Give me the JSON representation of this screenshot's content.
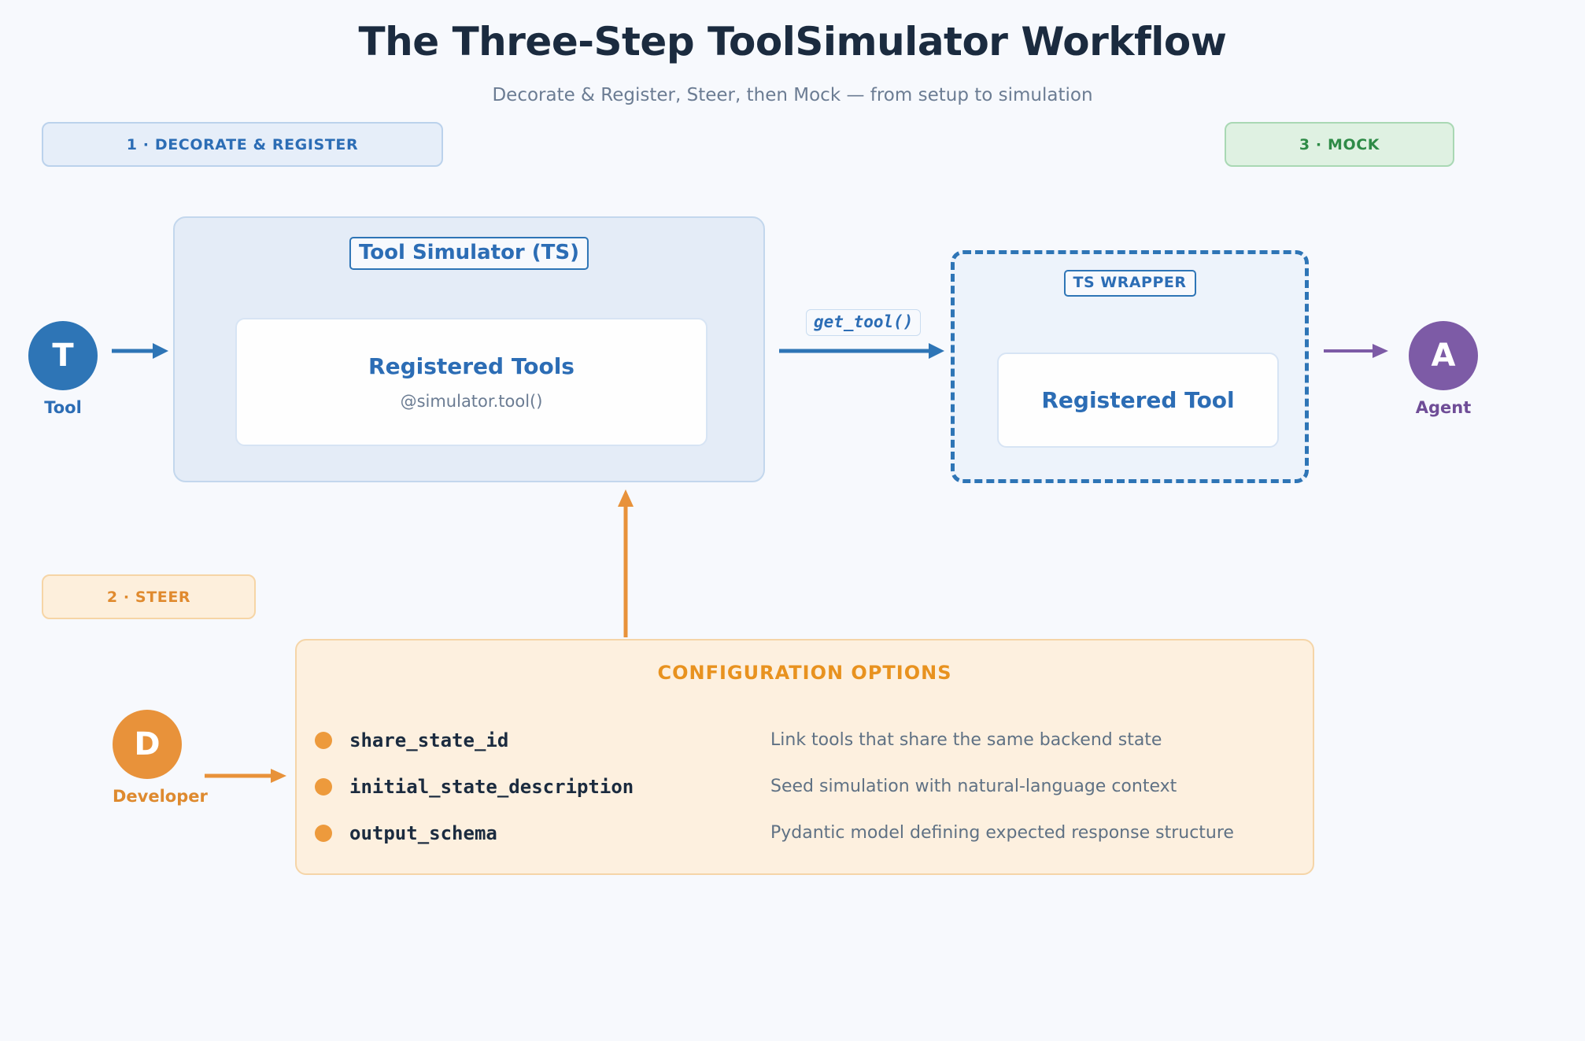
{
  "header": {
    "title": "The Three-Step ToolSimulator Workflow",
    "subtitle": "Decorate & Register, Steer, then Mock — from setup to simulation"
  },
  "steps": [
    {
      "id": "decorate",
      "label": "1 · DECORATE & REGISTER",
      "color": "#2C6DB5",
      "bg": "#E6EEF9",
      "border": "#BBD2EC"
    },
    {
      "id": "steer",
      "label": "2 · STEER",
      "color": "#E08A2E",
      "bg": "#FDEFDC",
      "border": "#F6D5A6"
    },
    {
      "id": "mock",
      "label": "3 · MOCK",
      "color": "#2E8B47",
      "bg": "#DFF1E2",
      "border": "#A9D8B4"
    }
  ],
  "actors": [
    {
      "id": "tool",
      "initial": "T",
      "label": "Tool",
      "color": "#2E75B6"
    },
    {
      "id": "agent",
      "initial": "A",
      "label": "Agent",
      "color": "#7D5BA6"
    },
    {
      "id": "developer",
      "initial": "D",
      "label": "Developer",
      "color": "#E8923A"
    }
  ],
  "simulator_box": {
    "title": "Tool Simulator (TS)",
    "card": {
      "heading": "Registered Tools",
      "subtext": "@simulator.tool()"
    }
  },
  "wrapper_box": {
    "title": "TS WRAPPER",
    "card": {
      "heading": "Registered Tool"
    }
  },
  "arrows": {
    "get_tool_label": "get_tool()",
    "blue": "#2E75B6",
    "purple": "#7D5BA6",
    "orange": "#E8923A"
  },
  "config_panel": {
    "title": "CONFIGURATION OPTIONS",
    "options": [
      {
        "key": "share_state_id",
        "description": "Link tools that share the same backend state"
      },
      {
        "key": "initial_state_description",
        "description": "Seed simulation with natural-language context"
      },
      {
        "key": "output_schema",
        "description": "Pydantic model defining expected response structure"
      }
    ]
  },
  "palette": {
    "page_bg": "#F7F9FD",
    "title_color": "#1B2B3F",
    "subtitle_color": "#6B7C93"
  }
}
